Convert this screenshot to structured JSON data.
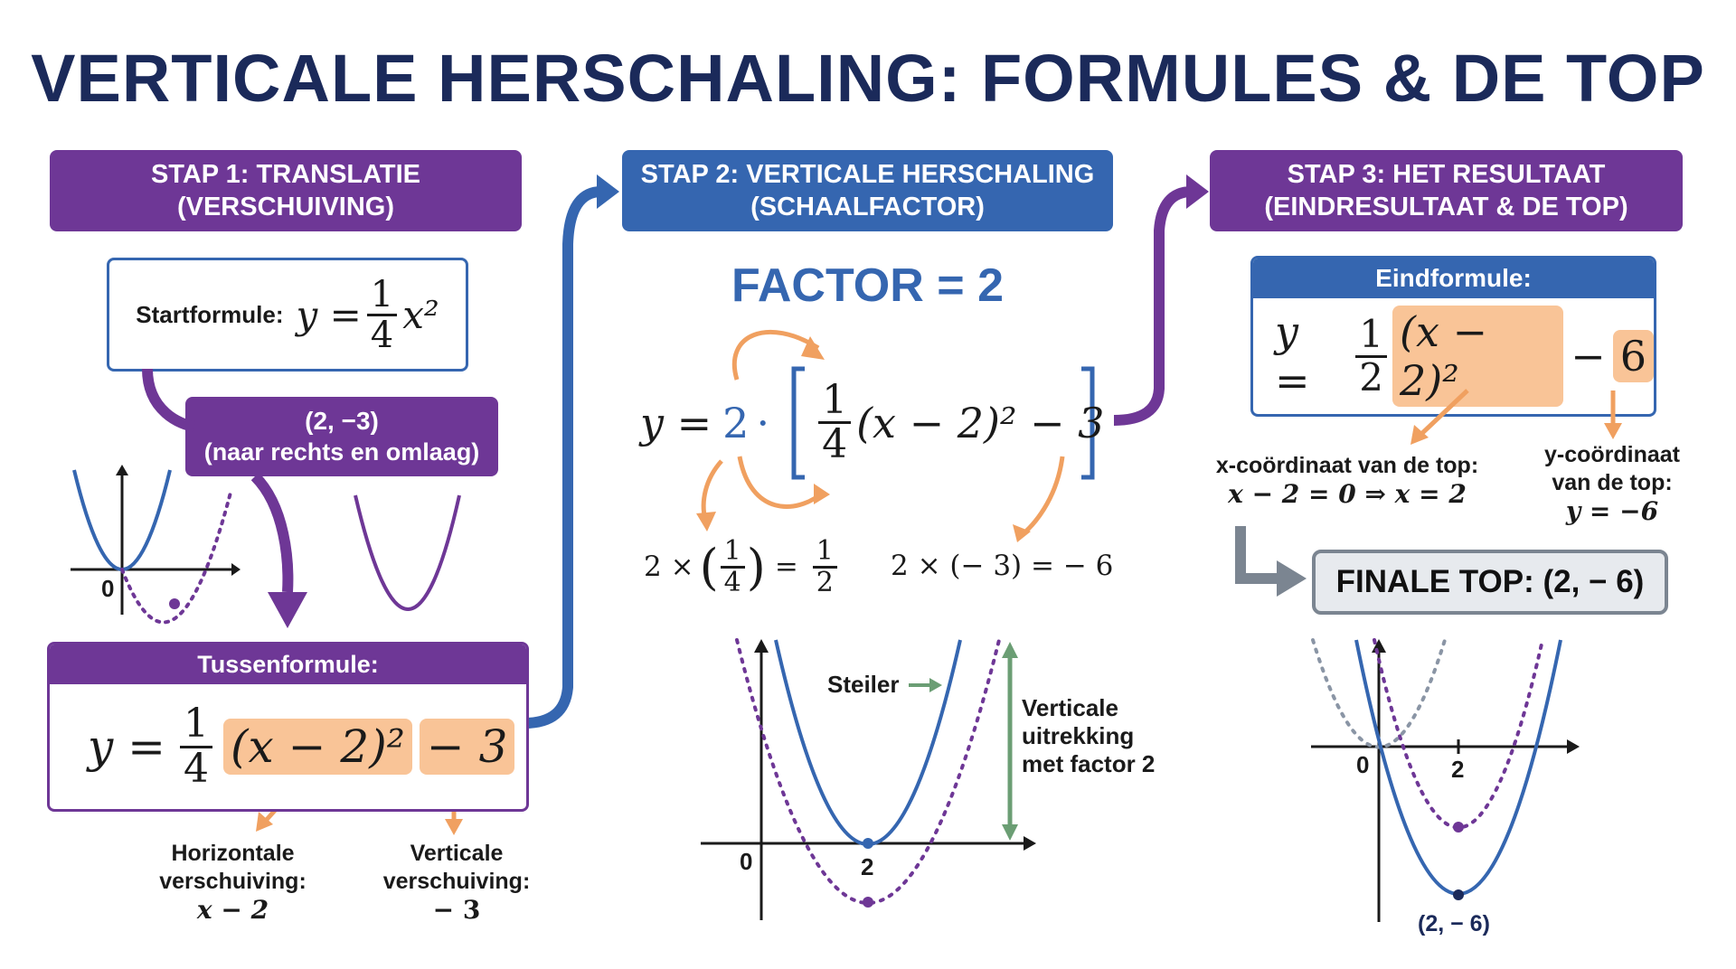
{
  "title": "VERTICALE HERSCHALING: FORMULES & DE TOP",
  "step1": {
    "header_line1": "STAP 1: TRANSLATIE",
    "header_line2": "(VERSCHUIVING)",
    "start_label": "Startformule:",
    "start_formula": {
      "lhs": "y =",
      "num": "1",
      "den": "4",
      "rest": "x²"
    },
    "shift_point": "(2, −3)",
    "shift_desc": "(naar rechts en omlaag)",
    "origin_label": "0",
    "mid_header": "Tussenformule:",
    "mid_formula": {
      "lhs": "y =",
      "num": "1",
      "den": "4",
      "hl1": "(x − 2)²",
      "hl2": "− 3"
    },
    "h_label_line1": "Horizontale",
    "h_label_line2": "verschuiving:",
    "h_value": "x − 2",
    "v_label_line1": "Verticale",
    "v_label_line2": "verschuiving:",
    "v_value": "− 3"
  },
  "step2": {
    "header_line1": "STAP 2: VERTICALE HERSCHALING",
    "header_line2": "(SCHAALFACTOR)",
    "factor_text": "FACTOR = 2",
    "formula": {
      "lhs": "y =",
      "factor": "2",
      "dot": "·",
      "num": "1",
      "den": "4",
      "rest": "(x − 2)² − 3"
    },
    "calc1": {
      "pre": "2 ×",
      "num": "1",
      "den": "4",
      "eq": "=",
      "rnum": "1",
      "rden": "2"
    },
    "calc2": "2 × (− 3) = − 6",
    "steiler": "Steiler",
    "stretch_line1": "Verticale",
    "stretch_line2": "uitrekking",
    "stretch_line3": "met factor 2",
    "origin_label": "0",
    "x_tick": "2"
  },
  "step3": {
    "header_line1": "STAP 3: HET RESULTAAT",
    "header_line2": "(EINDRESULTAAT & DE TOP)",
    "eind_header": "Eindformule:",
    "formula": {
      "lhs": "y =",
      "num": "1",
      "den": "2",
      "hl1": "(x − 2)²",
      "minus": "−",
      "hl2": "6"
    },
    "xtop_label": "x-coördinaat van de top:",
    "xtop_value": "x − 2 = 0 ⇒ x = 2",
    "ytop_line1": "y-coördinaat",
    "ytop_line2": "van de top:",
    "ytop_value": "y = −6",
    "final_top": "FINALE TOP: (2, − 6)",
    "origin_label": "0",
    "x_tick": "2",
    "vertex_label": "(2, − 6)"
  },
  "colors": {
    "purple": "#6e3796",
    "blue": "#3566b0",
    "orange": "#f0a060",
    "highlight": "#f9c497",
    "title": "#1b2a5a",
    "green": "#6b9e74"
  }
}
